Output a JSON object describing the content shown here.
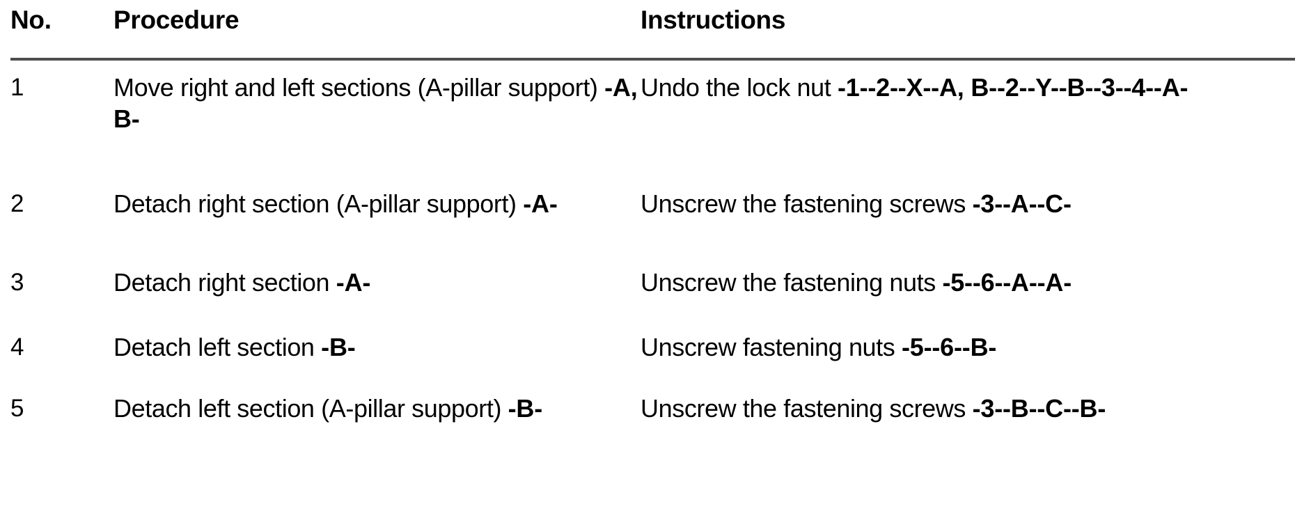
{
  "document": {
    "title": "Procedure Table",
    "rule_color": "#4d4d4d",
    "text_color": "#000000",
    "background_color": "#ffffff"
  },
  "table": {
    "headers": {
      "no": "No.",
      "procedure": "Procedure",
      "instructions": "Instructions"
    },
    "rows": [
      {
        "no": "1",
        "procedure_text": "Move right and left sections (A-pillar support) ",
        "procedure_ref": "-A, B-",
        "instruction_text": "Undo the lock nut ",
        "instruction_ref": "-1--2--X--A, B--2--Y--B--3--4--A-"
      },
      {
        "no": "2",
        "procedure_text": "Detach right section (A-pillar support) ",
        "procedure_ref": "-A-",
        "instruction_text": "Unscrew the fastening screws ",
        "instruction_ref": "-3--A--C-"
      },
      {
        "no": "3",
        "procedure_text": "Detach right section ",
        "procedure_ref": "-A-",
        "instruction_text": "Unscrew the fastening nuts ",
        "instruction_ref": "-5--6--A--A-"
      },
      {
        "no": "4",
        "procedure_text": "Detach left section ",
        "procedure_ref": "-B-",
        "instruction_text": "Unscrew fastening nuts ",
        "instruction_ref": "-5--6--B-"
      },
      {
        "no": "5",
        "procedure_text": "Detach left section (A-pillar support) ",
        "procedure_ref": "-B-",
        "instruction_text": "Unscrew the fastening screws ",
        "instruction_ref": "-3--B--C--B-"
      }
    ]
  }
}
